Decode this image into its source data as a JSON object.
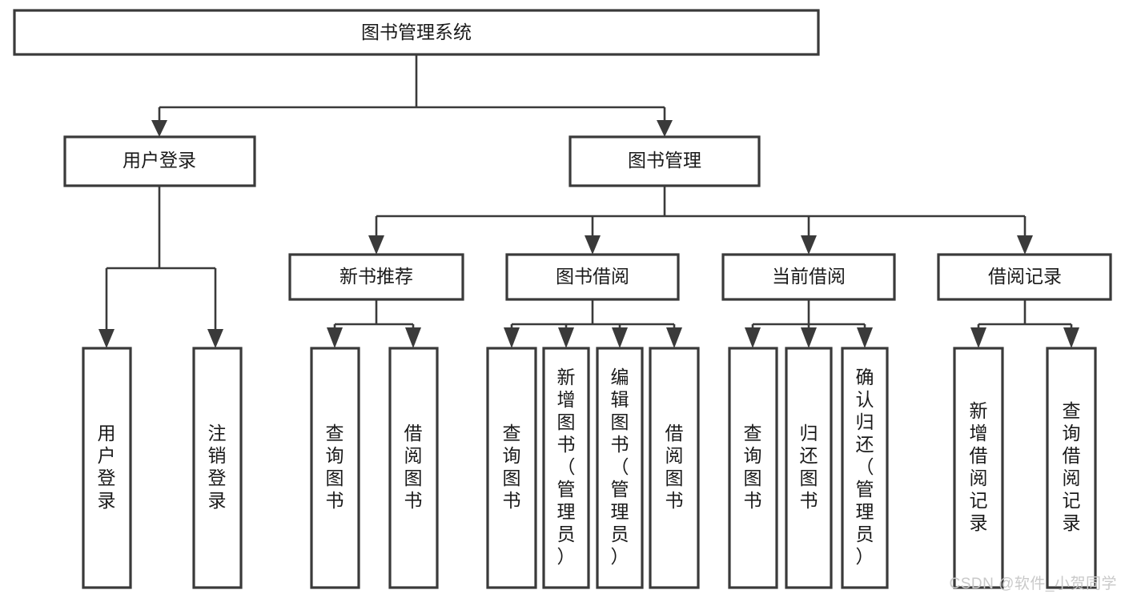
{
  "diagram": {
    "type": "tree",
    "title": "图书管理系统",
    "watermark": "CSDN @软件_小贺同学",
    "colors": {
      "box_stroke": "#3a3a3a",
      "box_fill": "#ffffff",
      "connector": "#3a3a3a",
      "text": "#1a1a1a",
      "watermark": "#c9c9c9",
      "background": "#ffffff"
    },
    "levels": {
      "root": {
        "label": "图书管理系统"
      },
      "level2": [
        {
          "label": "用户登录"
        },
        {
          "label": "图书管理"
        }
      ],
      "level3": [
        {
          "label": "新书推荐"
        },
        {
          "label": "图书借阅"
        },
        {
          "label": "当前借阅"
        },
        {
          "label": "借阅记录"
        }
      ]
    },
    "nodes": {
      "root": "图书管理系统",
      "user_login": "用户登录",
      "book_manage": "图书管理",
      "new_book_rec": "新书推荐",
      "book_borrow": "图书借阅",
      "current_borrow": "当前借阅",
      "borrow_record": "借阅记录"
    },
    "leaves": {
      "user_login": [
        "用户登录",
        "注销登录"
      ],
      "new_book_rec": [
        "查询图书",
        "借阅图书"
      ],
      "book_borrow": [
        "查询图书",
        "新增图书（管理员）",
        "编辑图书（管理员）",
        "借阅图书"
      ],
      "current_borrow": [
        "查询图书",
        "归还图书",
        "确认归还（管理员）"
      ],
      "borrow_record": [
        "新增借阅记录",
        "查询借阅记录"
      ]
    }
  }
}
